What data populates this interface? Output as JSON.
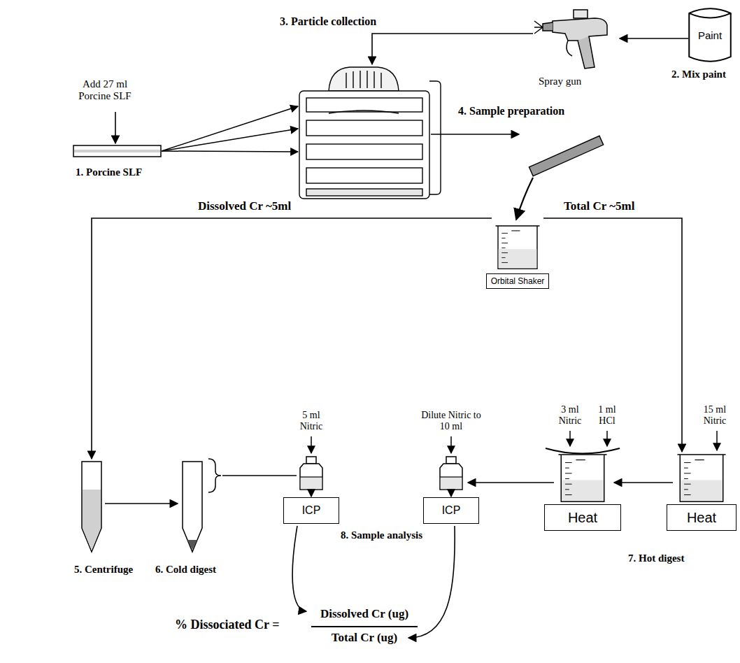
{
  "diagram": {
    "nodes": [
      {
        "text": [
          "Paint"
        ]
      },
      {
        "text": [
          "Orbital Shaker"
        ]
      },
      {
        "text": [
          "ICP"
        ]
      },
      {
        "text": [
          "ICP"
        ]
      },
      {
        "text": [
          "Heat"
        ]
      },
      {
        "text": [
          "Heat"
        ]
      }
    ],
    "labels": [
      "3. Particle collection",
      "2. Mix paint",
      "Spray gun",
      "4. Sample preparation",
      "Add 27 ml Porcine SLF",
      "1. Porcine SLF",
      "Dissolved Cr ~5ml",
      "Total Cr ~5ml",
      "5 ml Nitric",
      "Dilute Nitric to 10 ml",
      "3 ml Nitric",
      "1 ml HCl",
      "15 ml Nitric",
      "5. Centrifuge",
      "6. Cold digest",
      "7. Hot digest",
      "8. Sample analysis",
      "% Dissociated Cr =",
      "Dissolved Cr (ug)",
      "Total Cr (ug)"
    ]
  }
}
